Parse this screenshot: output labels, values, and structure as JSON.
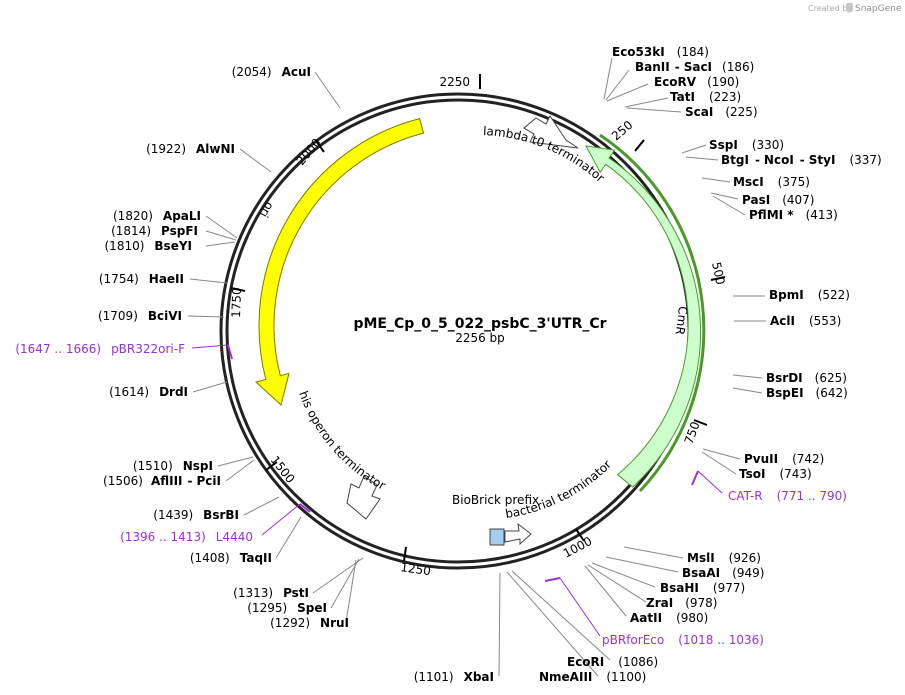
{
  "credit": {
    "prefix": "Created by",
    "brand": "SnapGene"
  },
  "plasmid": {
    "name": "pME_Cp_0_5_022_psbC_3'UTR_Cr",
    "size_label": "2256 bp"
  },
  "ticks": [
    {
      "label": "2250"
    },
    {
      "label": "250"
    },
    {
      "label": "500"
    },
    {
      "label": "750"
    },
    {
      "label": "1000"
    },
    {
      "label": "1250"
    },
    {
      "label": "1500"
    },
    {
      "label": "1750"
    },
    {
      "label": "2000"
    }
  ],
  "features": [
    {
      "id": "ori",
      "label": "ori",
      "color": "#ffff00"
    },
    {
      "id": "cmr",
      "label": "CmR",
      "color": "#ccffcc"
    },
    {
      "id": "lambda",
      "label": "lambda t0 terminator",
      "color": "#ffffff"
    },
    {
      "id": "his",
      "label": "his operon terminator",
      "color": "#ffffff"
    },
    {
      "id": "bact",
      "label": "bacterial terminator",
      "color": "#ffffff"
    },
    {
      "id": "biobrick",
      "label": "BioBrick prefix",
      "color": "#a6cdf0"
    }
  ],
  "sites_right": [
    {
      "name": "Eco53kI",
      "pos": "(184)"
    },
    {
      "name": "BanII",
      "name2": "SacI",
      "pos": "(186)"
    },
    {
      "name": "EcoRV",
      "pos": "(190)"
    },
    {
      "name": "TatI",
      "pos": "(223)"
    },
    {
      "name": "ScaI",
      "pos": "(225)"
    },
    {
      "name": "SspI",
      "pos": "(330)"
    },
    {
      "name": "BtgI",
      "name2": "NcoI",
      "name3": "StyI",
      "pos": "(337)"
    },
    {
      "name": "MscI",
      "pos": "(375)"
    },
    {
      "name": "PasI",
      "pos": "(407)"
    },
    {
      "name": "PflMI *",
      "pos": "(413)"
    },
    {
      "name": "BpmI",
      "pos": "(522)"
    },
    {
      "name": "AclI",
      "pos": "(553)"
    },
    {
      "name": "BsrDI",
      "pos": "(625)"
    },
    {
      "name": "BspEI",
      "pos": "(642)"
    },
    {
      "name": "PvuII",
      "pos": "(742)"
    },
    {
      "name": "TsoI",
      "pos": "(743)"
    },
    {
      "name": "MslI",
      "pos": "(926)"
    },
    {
      "name": "BsaAI",
      "pos": "(949)"
    },
    {
      "name": "BsaHI",
      "pos": "(977)"
    },
    {
      "name": "ZraI",
      "pos": "(978)"
    },
    {
      "name": "AatII",
      "pos": "(980)"
    },
    {
      "name": "EcoRI",
      "pos": "(1086)"
    },
    {
      "name": "NmeAIII",
      "pos": "(1100)"
    }
  ],
  "sites_left": [
    {
      "name": "AcuI",
      "pos": "(2054)"
    },
    {
      "name": "AlwNI",
      "pos": "(1922)"
    },
    {
      "name": "ApaLI",
      "pos": "(1820)"
    },
    {
      "name": "PspFI",
      "pos": "(1814)"
    },
    {
      "name": "BseYI",
      "pos": "(1810)"
    },
    {
      "name": "HaeII",
      "pos": "(1754)"
    },
    {
      "name": "BciVI",
      "pos": "(1709)"
    },
    {
      "name": "DrdI",
      "pos": "(1614)"
    },
    {
      "name": "NspI",
      "pos": "(1510)"
    },
    {
      "name": "AflIII",
      "name2": "PciI",
      "pos": "(1506)"
    },
    {
      "name": "BsrBI",
      "pos": "(1439)"
    },
    {
      "name": "TaqII",
      "pos": "(1408)"
    },
    {
      "name": "PstI",
      "pos": "(1313)"
    },
    {
      "name": "SpeI",
      "pos": "(1295)"
    },
    {
      "name": "NruI",
      "pos": "(1292)"
    },
    {
      "name": "XbaI",
      "pos": "(1101)"
    }
  ],
  "primers": [
    {
      "name": "pBR322ori-F",
      "range": "(1647 .. 1666)"
    },
    {
      "name": "CAT-R",
      "range": "(771 .. 790)"
    },
    {
      "name": "L4440",
      "range": "(1396 .. 1413)"
    },
    {
      "name": "pBRforEco",
      "range": "(1018 .. 1036)"
    }
  ],
  "colors": {
    "primer": "#9b30d9",
    "ori": "#ffff00",
    "cmr": "#ccffcc",
    "cmr_outline": "#4a9a2a"
  }
}
